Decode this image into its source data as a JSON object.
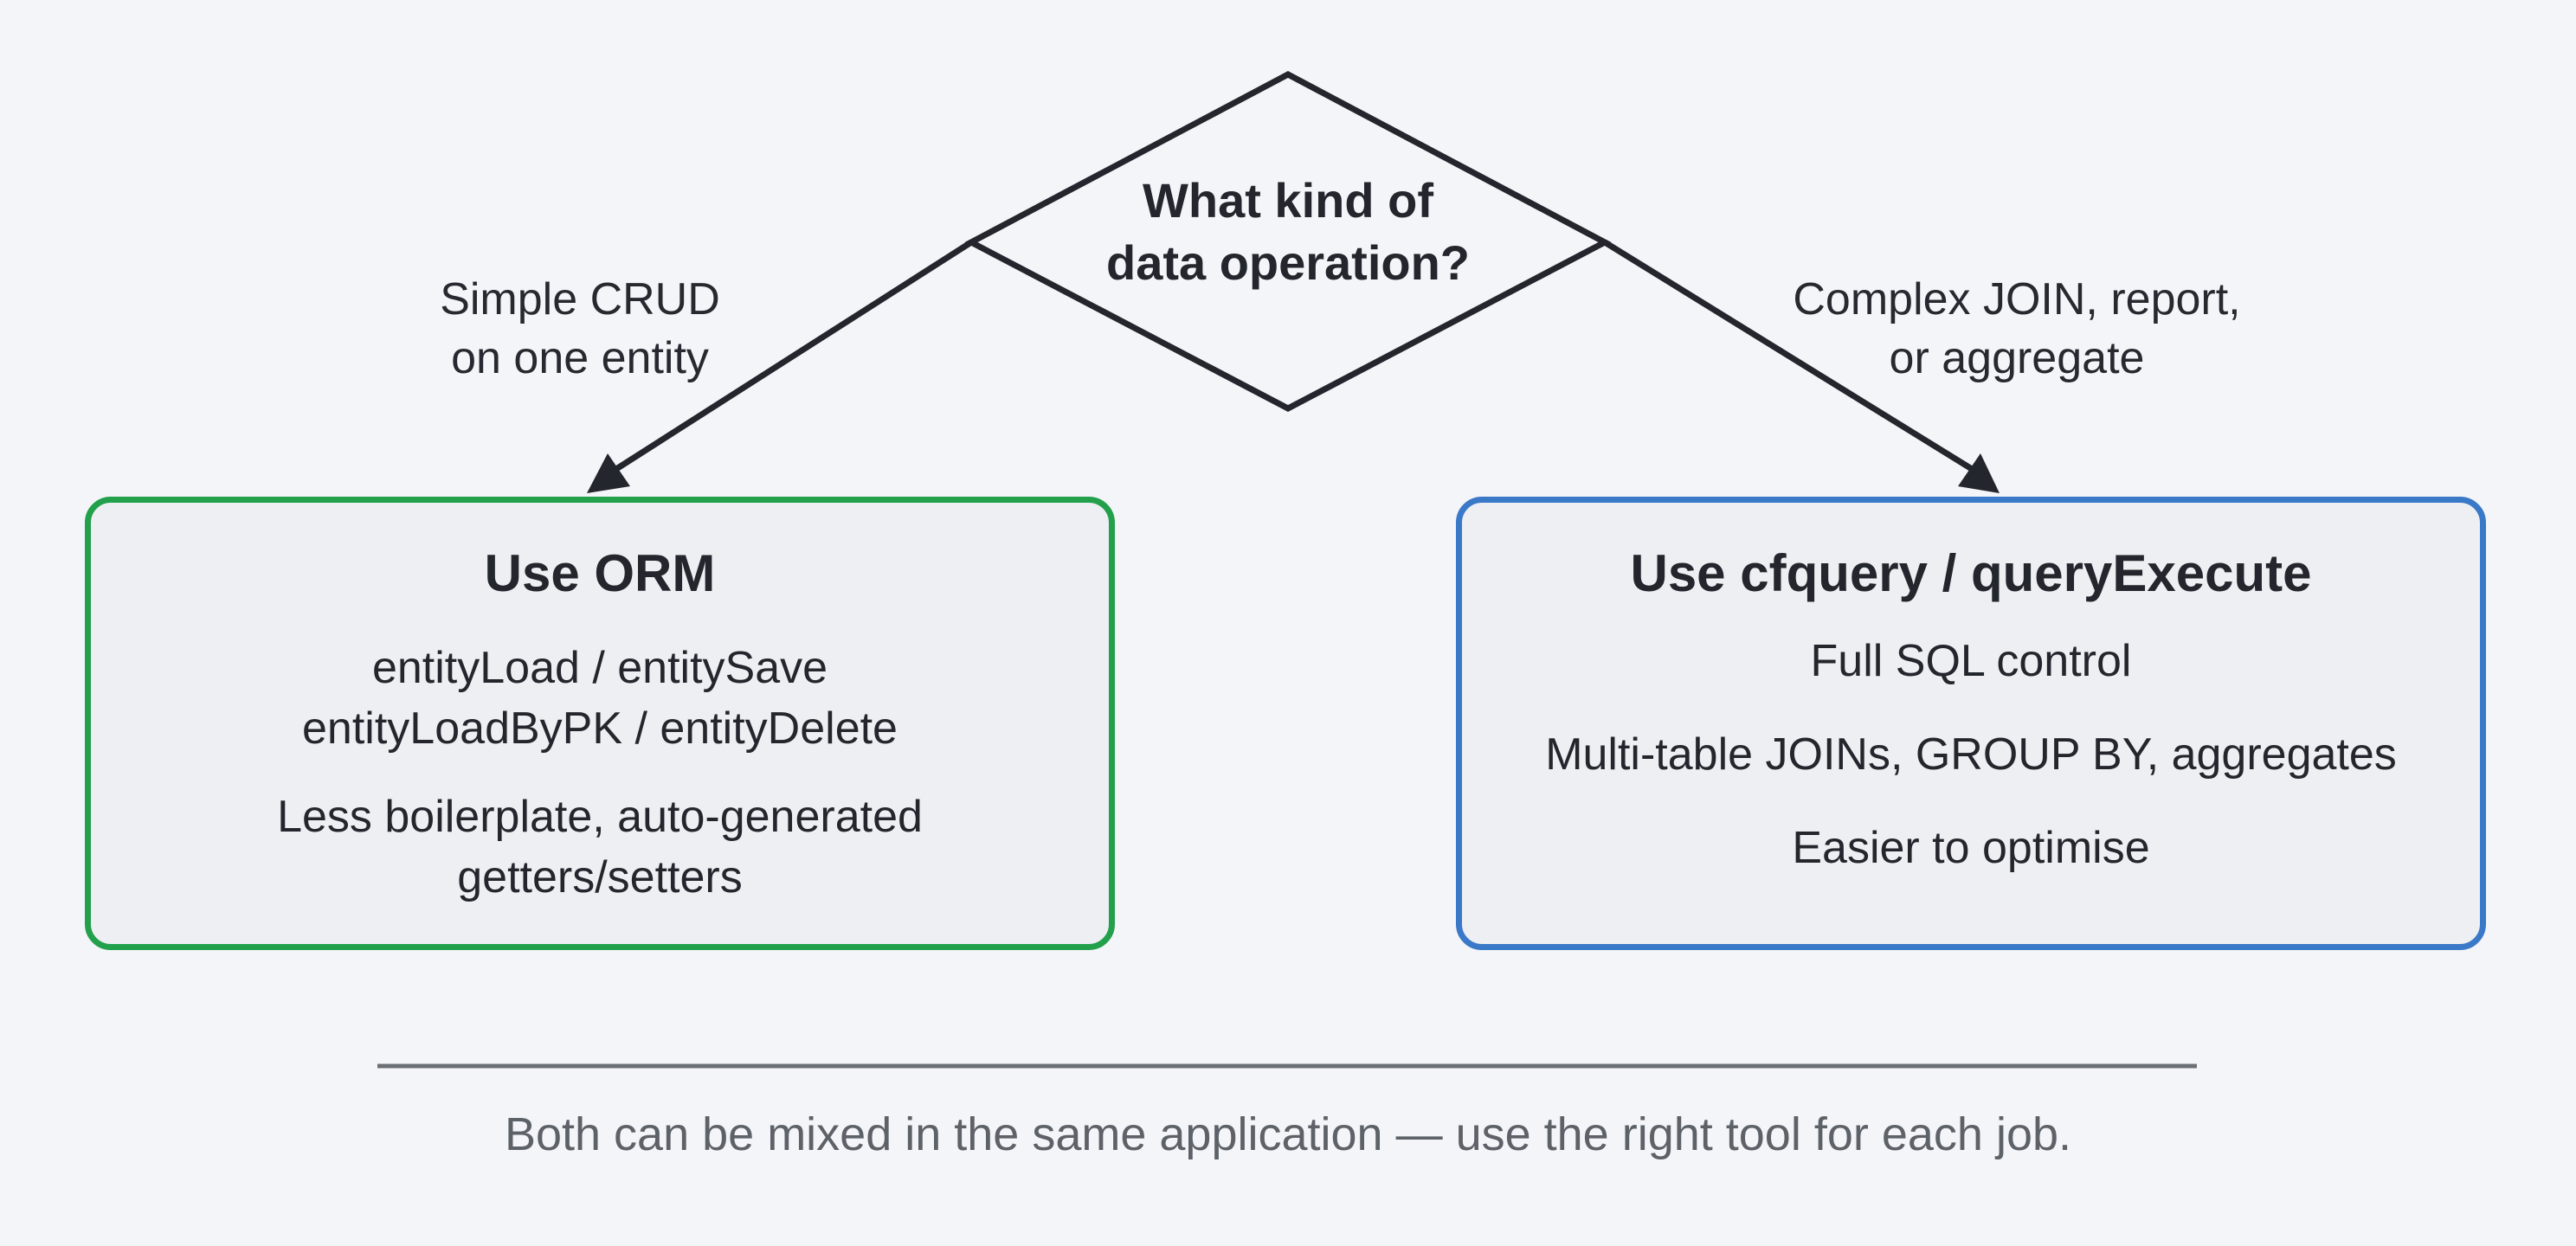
{
  "decision": {
    "lines": [
      "What kind of",
      "data operation?"
    ]
  },
  "branches": {
    "left_label": [
      "Simple CRUD",
      "on one entity"
    ],
    "right_label": [
      "Complex JOIN, report,",
      "or aggregate"
    ]
  },
  "boxes": {
    "orm": {
      "title": "Use ORM",
      "paragraphs": [
        [
          "entityLoad / entitySave",
          "entityLoadByPK / entityDelete"
        ],
        [
          "Less boilerplate, auto-generated",
          "getters/setters"
        ]
      ]
    },
    "query": {
      "title": "Use cfquery / queryExecute",
      "paragraphs": [
        [
          "Full SQL control"
        ],
        [
          "Multi-table JOINs, GROUP BY, aggregates"
        ],
        [
          "Easier to optimise"
        ]
      ]
    }
  },
  "footer": {
    "note": "Both can be mixed in the same application — use the right tool for each job."
  },
  "colors": {
    "orm_border": "#22a04b",
    "query_border": "#3a78c8",
    "line": "#23272d",
    "divider": "#6b6f76",
    "background": "#f4f5f8"
  }
}
